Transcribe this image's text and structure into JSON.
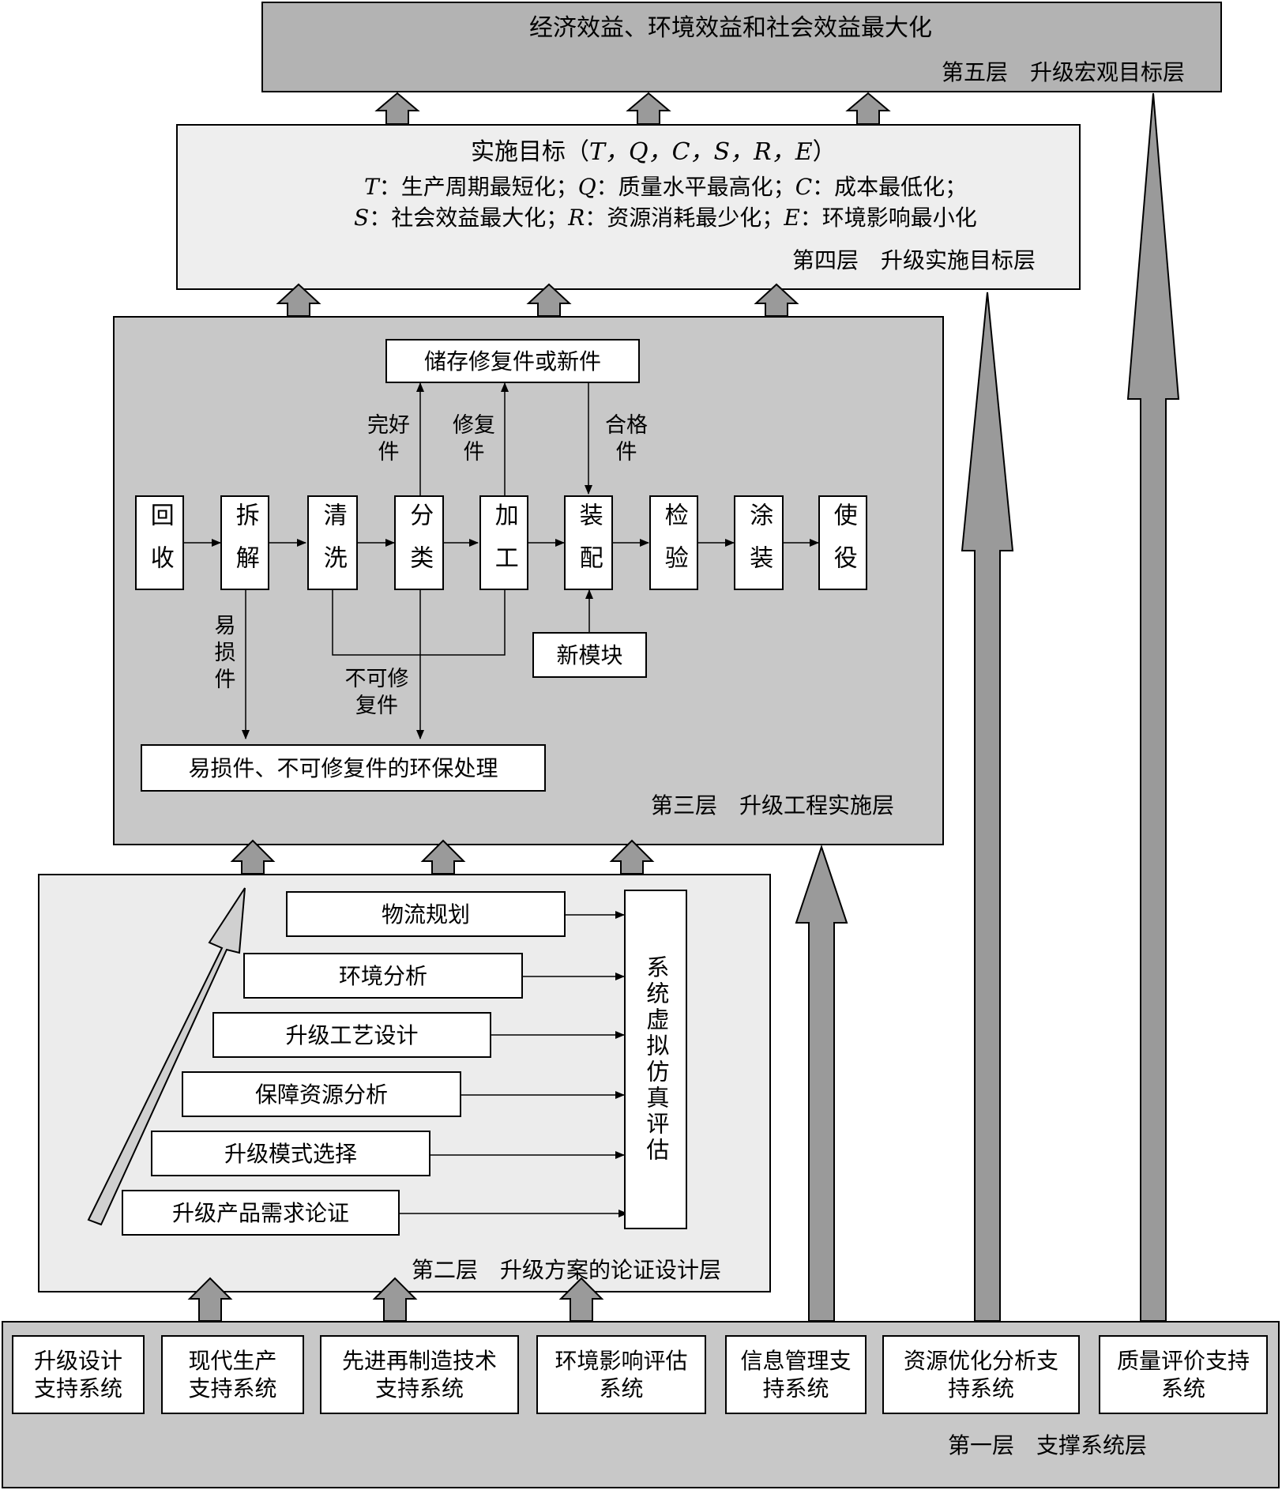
{
  "layer5": {
    "goal": "经济效益、环境效益和社会效益最大化",
    "label": "第五层　升级宏观目标层"
  },
  "layer4": {
    "heading_prefix": "实施目标（",
    "heading_vars": "T，Q，C，S，R，E",
    "heading_suffix": "）",
    "line1": [
      {
        "var": "T",
        "text": "：生产周期最短化；"
      },
      {
        "var": "Q",
        "text": "：质量水平最高化；"
      },
      {
        "var": "C",
        "text": "：成本最低化；"
      }
    ],
    "line2": [
      {
        "var": "S",
        "text": "：社会效益最大化；"
      },
      {
        "var": "R",
        "text": "：资源消耗最少化；"
      },
      {
        "var": "E",
        "text": "：环境影响最小化"
      }
    ],
    "label": "第四层　升级实施目标层"
  },
  "layer3": {
    "storage": "储存修复件或新件",
    "process": [
      "回收",
      "拆解",
      "清洗",
      "分类",
      "加工",
      "装配",
      "检验",
      "涂装",
      "使役"
    ],
    "new_module": "新模块",
    "disposal": "易损件、不可修复件的环保处理",
    "edge_labels": {
      "intact": "完好件",
      "repaired": "修复件",
      "qualified": "合格件",
      "wear_parts": "易损件",
      "unrepairable": "不可修复件"
    },
    "label": "第三层　升级工程实施层"
  },
  "layer2": {
    "items": [
      "物流规划",
      "环境分析",
      "升级工艺设计",
      "保障资源分析",
      "升级模式选择",
      "升级产品需求论证"
    ],
    "evaluation": "系统虚拟仿真评估",
    "label": "第二层　升级方案的论证设计层"
  },
  "layer1": {
    "systems": [
      "升级设计支持系统",
      "现代生产支持系统",
      "先进再制造技术支持系统",
      "环境影响评估系统",
      "信息管理支持系统",
      "资源优化分析支持系统",
      "质量评价支持系统"
    ],
    "label": "第一层　支撑系统层"
  }
}
